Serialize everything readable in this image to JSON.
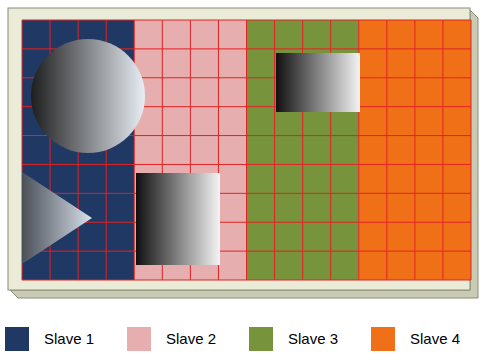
{
  "diagram": {
    "legend": [
      {
        "text": "Slave 1",
        "color": "#1f3864"
      },
      {
        "text": "Slave 2",
        "color": "#e6aeae"
      },
      {
        "text": "Slave 3",
        "color": "#77933c"
      },
      {
        "text": "Slave 4",
        "color": "#f07018"
      }
    ]
  }
}
